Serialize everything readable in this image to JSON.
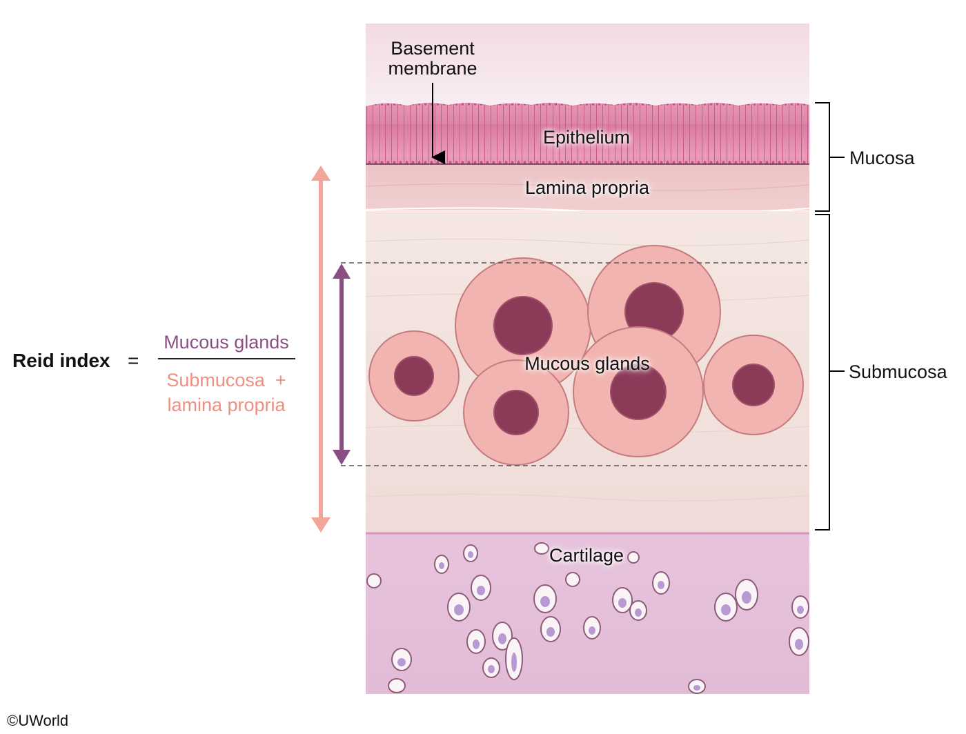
{
  "labels": {
    "basement_membrane": "Basement\nmembrane",
    "epithelium": "Epithelium",
    "lamina_propria": "Lamina propria",
    "mucous_glands": "Mucous glands",
    "cartilage": "Cartilage",
    "mucosa": "Mucosa",
    "submucosa": "Submucosa"
  },
  "formula": {
    "term": "Reid index",
    "equals": "=",
    "numerator": "Mucous glands",
    "denominator_line1": "Submucosa  +",
    "denominator_line2": "lamina propria"
  },
  "colors": {
    "numerator": "#8a4f82",
    "denominator": "#ee8f81",
    "short_arrow": "#8a4f82",
    "long_arrow": "#f2a598"
  },
  "credit": "©UWorld"
}
